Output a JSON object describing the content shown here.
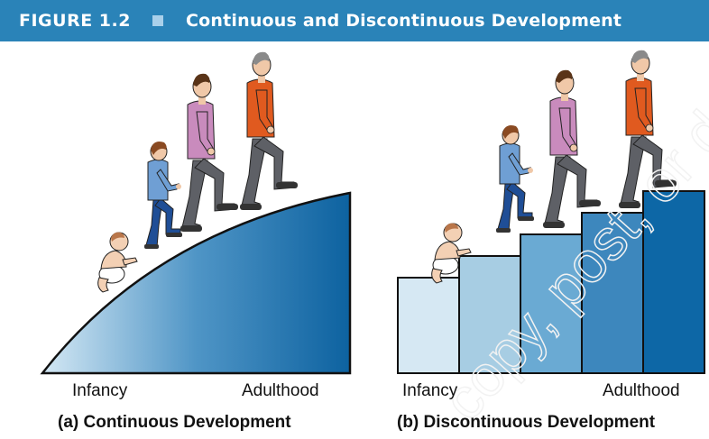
{
  "header": {
    "figure_label": "FIGURE 1.2",
    "title": "Continuous and Discontinuous Development",
    "accent_color": "#2a83b8",
    "square_color": "#a9d0ea"
  },
  "panel_a": {
    "axis_start": "Infancy",
    "axis_end": "Adulthood",
    "caption": "(a) Continuous Development",
    "figures": [
      "baby",
      "child",
      "teen",
      "adult"
    ]
  },
  "panel_b": {
    "axis_start": "Infancy",
    "axis_end": "Adulthood",
    "caption": "(b) Discontinuous Development",
    "step_count": 5,
    "step_colors": [
      "#d6e8f3",
      "#a7cde3",
      "#6aaad3",
      "#3d87bd",
      "#0d67a6"
    ],
    "figures": [
      "baby",
      "child",
      "teen",
      "adult"
    ]
  },
  "colors": {
    "curve_light": "#cfe4f2",
    "curve_dark": "#0f64a1",
    "shirt_adult": "#e05a1f",
    "shirt_teen": "#c98bbd",
    "shirt_child": "#6f9fd4",
    "pants_child": "#1f4e96",
    "pants_grey": "#5e6066"
  }
}
